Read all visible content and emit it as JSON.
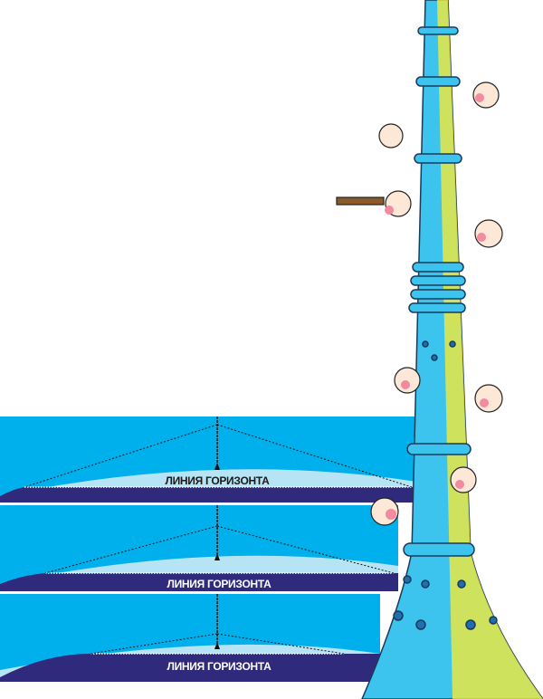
{
  "panels": [
    {
      "label": "ЛИНИЯ ГОРИЗОНТА"
    },
    {
      "label": "ЛИНИЯ ГОРИЗОНТА"
    },
    {
      "label": "ЛИНИЯ ГОРИЗОНТА"
    }
  ],
  "colors": {
    "sky": "#00b0ec",
    "ground": "#302a7c",
    "cap": "#b6e4f4",
    "tower": "#3cc4ee",
    "tower_light": "#f2ea3a"
  }
}
